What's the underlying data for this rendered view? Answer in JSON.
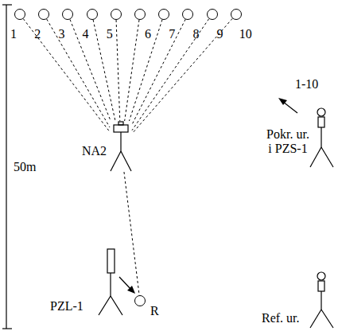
{
  "diagram": {
    "nodes": [
      {
        "text": [
          "1"
        ]
      },
      {
        "text": [
          "2"
        ]
      },
      {
        "text": [
          "3"
        ]
      },
      {
        "text": [
          "4"
        ]
      },
      {
        "text": [
          "5"
        ]
      },
      {
        "text": [
          "6"
        ]
      },
      {
        "text": [
          "7"
        ]
      },
      {
        "text": [
          "8"
        ]
      },
      {
        "text": [
          "9"
        ]
      },
      {
        "text": [
          "10"
        ]
      },
      {
        "text": [
          "NA2"
        ]
      },
      {
        "text": [
          "R"
        ]
      }
    ],
    "edges": [
      {
        "from": 0,
        "to": 10,
        "arrow": "none"
      },
      {
        "from": 1,
        "to": 10,
        "arrow": "none"
      },
      {
        "from": 2,
        "to": 10,
        "arrow": "none"
      },
      {
        "from": 3,
        "to": 10,
        "arrow": "none"
      },
      {
        "from": 4,
        "to": 10,
        "arrow": "none"
      },
      {
        "from": 5,
        "to": 10,
        "arrow": "none"
      },
      {
        "from": 6,
        "to": 10,
        "arrow": "none"
      },
      {
        "from": 7,
        "to": 10,
        "arrow": "none"
      },
      {
        "from": 8,
        "to": 10,
        "arrow": "none"
      },
      {
        "from": 9,
        "to": 10,
        "arrow": "none"
      },
      {
        "from": 10,
        "to": 11,
        "arrow": "none"
      }
    ],
    "labels": [
      "50m",
      "1-10",
      "Pokr. ur. i PZS-1",
      "PZL-1",
      "Ref. ur."
    ]
  }
}
